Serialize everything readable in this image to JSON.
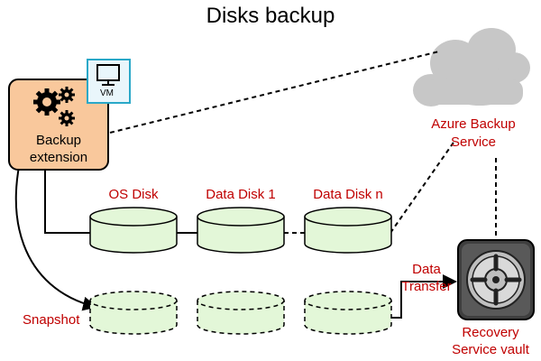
{
  "title": "Disks backup",
  "vm": {
    "badge": "VM",
    "extension_label": "Backup\nextension",
    "box_color": "#f9c89c"
  },
  "cloud": {
    "label": "Azure Backup\nService",
    "color": "#c7c7c7"
  },
  "disks": {
    "labels": [
      "OS Disk",
      "Data Disk 1",
      "Data Disk n"
    ],
    "fill": "#e3f7d8"
  },
  "snapshot_label": "Snapshot",
  "transfer_label": "Data\nTransfer",
  "vault": {
    "label": "Recovery\nService vault",
    "icon": "vault-icon"
  },
  "colors": {
    "accent_text": "#c00000",
    "vm_badge": "#e9f6fb",
    "vm_badge_border": "#2aa8c8",
    "vault_bg": "#3f3f3f"
  }
}
